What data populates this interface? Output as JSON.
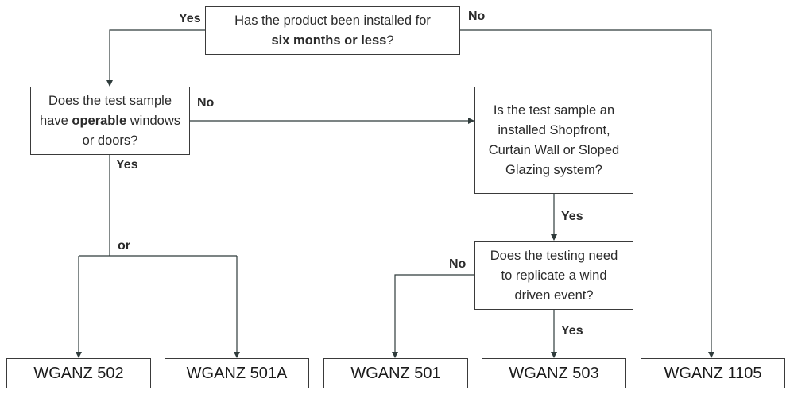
{
  "questions": {
    "installed": {
      "pre": "Has the product been installed for",
      "bold": "six months or less",
      "post": "?"
    },
    "operable": {
      "pre": "Does the test sample have",
      "bold": "operable",
      "post": "windows or doors?"
    },
    "system": {
      "text": "Is the test sample an installed Shopfront, Curtain Wall or Sloped Glazing system?"
    },
    "wind": {
      "text": "Does the testing need to replicate a wind driven event?"
    }
  },
  "labels": {
    "installed_yes": "Yes",
    "installed_no": "No",
    "operable_no": "No",
    "operable_yes": "Yes",
    "or": "or",
    "system_yes": "Yes",
    "wind_no": "No",
    "wind_yes": "Yes"
  },
  "outcomes": [
    "WGANZ 502",
    "WGANZ 501A",
    "WGANZ 501",
    "WGANZ 503",
    "WGANZ 1105"
  ],
  "colors": {
    "line": "#2f3b3b",
    "border": "#3a3a3a"
  }
}
